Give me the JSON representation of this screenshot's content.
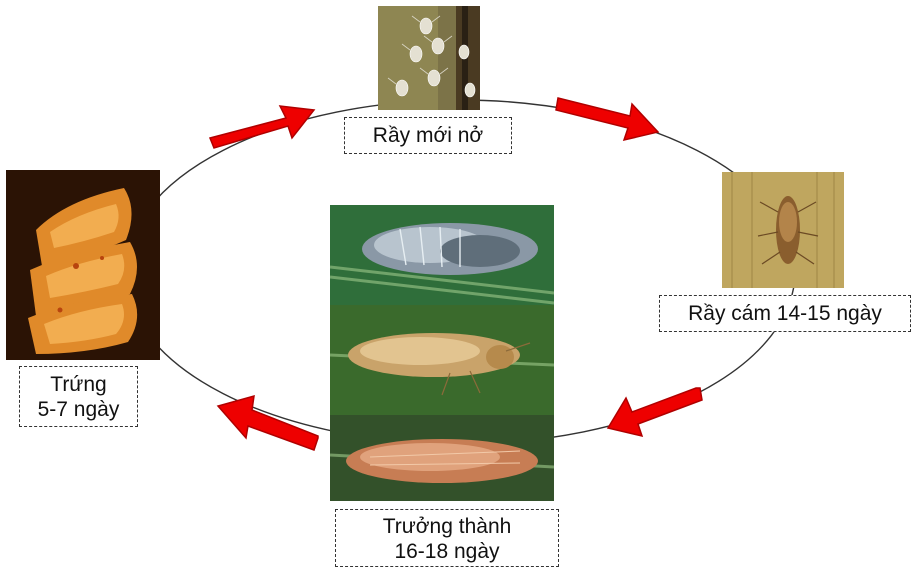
{
  "stages": {
    "newly_hatched": {
      "label": "Rầy mới nở"
    },
    "nymph": {
      "label": "Rầy cám 14-15 ngày"
    },
    "adult": {
      "label_line1": "Trưởng thành",
      "label_line2": "16-18 ngày"
    },
    "egg": {
      "label_line1": "Trứng",
      "label_line2": "5-7 ngày"
    }
  },
  "colors": {
    "arrow": "#ee0000",
    "arrow_stroke": "#b00000",
    "cycle_line": "#333333"
  },
  "icons": [
    "photo-newly-hatched",
    "photo-nymph",
    "photo-adult-stack",
    "photo-egg",
    "red-arrow-icon"
  ]
}
